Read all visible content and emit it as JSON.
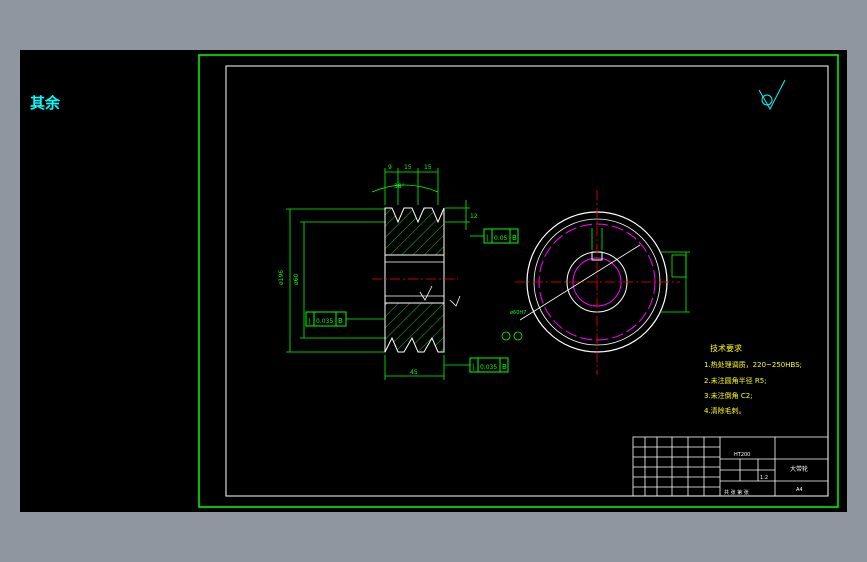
{
  "corner_label": "其余",
  "dims": {
    "top_9": "9",
    "top_15a": "15",
    "top_15b": "15",
    "angle": "38°",
    "right_12": "12",
    "dia_outer": "ø196",
    "dia_inner": "ø60",
    "width_45": "45",
    "bore_dim": "ø60H7"
  },
  "tolerances": {
    "top_right": {
      "sym": "|",
      "val": "0.05",
      "ref": "B"
    },
    "left": {
      "sym": "|",
      "val": "0.035",
      "ref": "B"
    },
    "bottom": {
      "sym": "|",
      "val": "0.035",
      "ref": "B"
    }
  },
  "tech_req": {
    "title": "技术要求",
    "items": [
      "1.热处理调质，220~250HBS;",
      "2.未注圆角半径 R5;",
      "3.未注倒角 C2;",
      "4.清除毛刺。"
    ]
  },
  "title_block": {
    "part_name": "大带轮",
    "material": "HT200",
    "scale": "1:2",
    "drawing_no": "A4",
    "sheet": "共 张 第 张"
  },
  "colors": {
    "sheet_bg": "#000000",
    "frame": "#00ff00",
    "inner_frame": "#ffffff",
    "label": "#00ffff",
    "center_line": "#ff0000",
    "hatch": "#00ff00",
    "magenta": "#ff00ff",
    "note": "#ffff00"
  }
}
